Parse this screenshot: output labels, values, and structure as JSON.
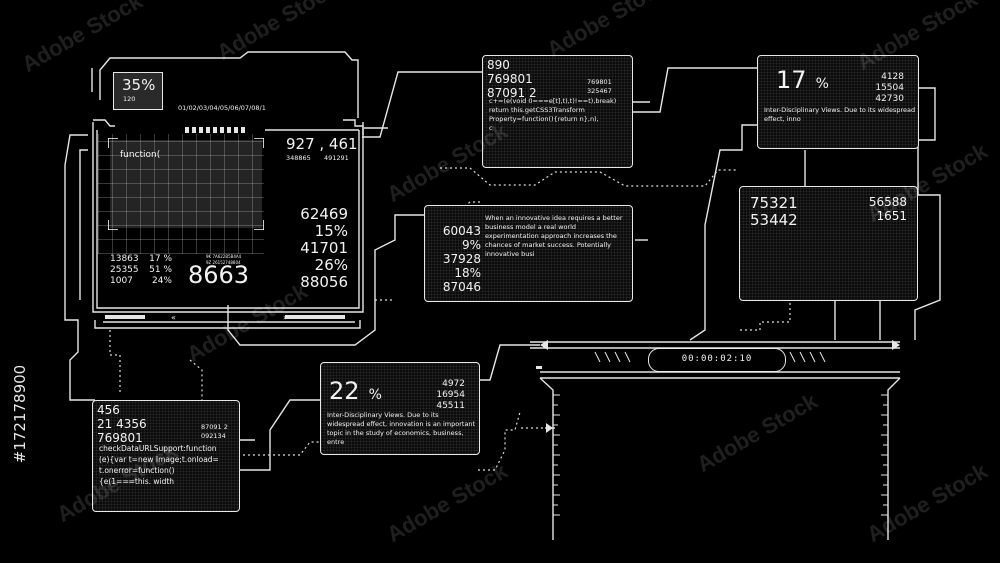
{
  "main_monitor": {
    "percent": "35%",
    "percent_sub": "120",
    "date_strip": "01/02/03/04/05/06/07/08/1",
    "function_label": "function(",
    "top_value": "927 , 461",
    "top_sub_left": "348865",
    "top_sub_right": "491291",
    "stats": [
      "62469",
      "15%",
      "41701",
      "26%",
      "88056"
    ],
    "mini_rows": [
      {
        "a": "13863",
        "b": "17 %"
      },
      {
        "a": "25355",
        "b": "51 %"
      },
      {
        "a": "1007",
        "b": "24%"
      }
    ],
    "tiny_codes": [
      "9K 7A622B5B4A4",
      "9Z 26152748804"
    ],
    "big_number": "8663"
  },
  "code_panel": {
    "numbers": [
      "890",
      "769801",
      "87091 2"
    ],
    "right_numbers": [
      "769801",
      "325467"
    ],
    "code": [
      "c+=(e(void 0===e[t],t),t)!==t),break)",
      "return this.getCSS3Transform",
      "Property=function(){return n},n),",
      "c"
    ]
  },
  "panel_17": {
    "percent": "17",
    "percent_unit": "%",
    "numbers": [
      "4128",
      "15504",
      "42730"
    ],
    "text": "Inter-Disciplinary Views. Due to its widespread effect, inno"
  },
  "mid_panel": {
    "numbers": [
      "60043",
      "9%",
      "37928",
      "18%",
      "87046"
    ],
    "text": "When an innovative idea requires a better business model a real world experimentation approach increases the chances of market success. Potentially innovative busi"
  },
  "panel_75": {
    "left_numbers": [
      "75321",
      "53442"
    ],
    "right_numbers": [
      "56588",
      "1651"
    ]
  },
  "timer": {
    "value": "00:00:02:10"
  },
  "panel_22": {
    "percent": "22",
    "percent_unit": "%",
    "numbers": [
      "4972",
      "16954",
      "45511"
    ],
    "text": "Inter-Disciplinary Views. Due to its widespread effect, innovation is an important topic in the study of economics, business, entre"
  },
  "bottom_left_panel": {
    "numbers": [
      "456",
      "21 4356",
      "769801"
    ],
    "right_numbers": [
      "87091 2",
      "092134"
    ],
    "code": "checkDataURLSupport:function (e){var t=new Image;t.onload= t.onerror=function(){e(1===this. width"
  },
  "side_id": "#172178900",
  "watermark": "Adobe Stock"
}
